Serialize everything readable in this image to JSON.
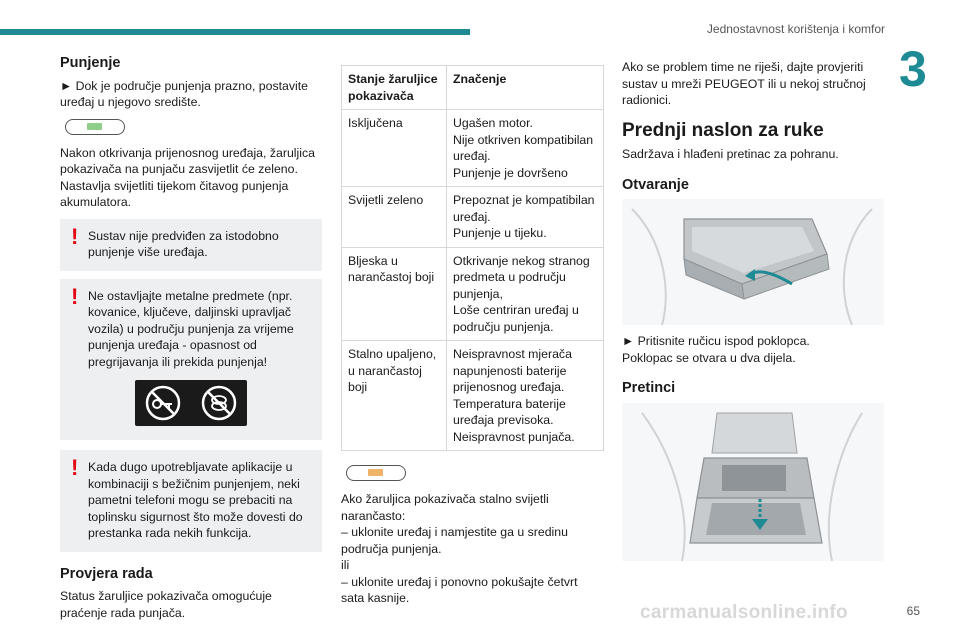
{
  "header": {
    "title": "Jednostavnost korištenja i komfor",
    "chapter": "3",
    "page_number": "65"
  },
  "watermark": "carmanualsonline.info",
  "col1": {
    "punjenje_title": "Punjenje",
    "p1": "► Dok je područje punjenja prazno, postavite uređaj u njegovo središte.",
    "p2": "Nakon otkrivanja prijenosnog uređaja, žaruljica pokazivača na punjaču zasvijetlit će zeleno. Nastavlja svijetliti tijekom čitavog punjenja akumulatora.",
    "warn1": "Sustav nije predviđen za istodobno punjenje više uređaja.",
    "warn2": "Ne ostavljajte metalne predmete (npr. kovanice, ključeve, daljinski upravljač vozila) u području punjenja za vrijeme punjenja uređaja - opasnost od pregrijavanja ili prekida punjenja!",
    "warn3": "Kada dugo upotrebljavate aplikacije u kombinaciji s bežičnim punjenjem, neki pametni telefoni mogu se prebaciti na toplinsku sigurnost što može dovesti do prestanka rada nekih funkcija.",
    "provjera_title": "Provjera rada",
    "provjera_text": "Status žaruljice pokazivača omogućuje praćenje rada punjača."
  },
  "table": {
    "col_state": "Stanje žaruljice pokazivača",
    "col_meaning": "Značenje",
    "rows": [
      {
        "state": "Isključena",
        "meaning": [
          "Ugašen motor.",
          "Nije otkriven kompatibilan uređaj.",
          "Punjenje je dovršeno"
        ]
      },
      {
        "state": "Svijetli zeleno",
        "meaning": [
          "Prepoznat je kompatibilan uređaj.",
          "Punjenje u tijeku."
        ]
      },
      {
        "state": "Bljeska u narančastoj boji",
        "meaning": [
          "Otkrivanje nekog stranog predmeta u području punjenja,",
          "Loše centriran uređaj u području punjenja."
        ]
      },
      {
        "state": "Stalno upaljeno, u narančastoj boji",
        "meaning": [
          "Neispravnost mjerača napunjenosti baterije prijenosnog uređaja.",
          "Temperatura baterije uređaja previsoka.",
          "Neispravnost punjača."
        ]
      }
    ]
  },
  "col2": {
    "orange_text": "Ako žaruljica pokazivača stalno svijetli narančasto:",
    "option1": "– uklonite uređaj i namjestite ga u sredinu područja punjenja.",
    "or": "ili",
    "option2": "– uklonite uređaj i ponovno pokušajte četvrt sata kasnije."
  },
  "col3": {
    "intro": "Ako se problem time ne riješi, dajte provjeriti sustav u mreži PEUGEOT ili u nekoj stručnoj radionici.",
    "armrest_title": "Prednji naslon za ruke",
    "armrest_text": "Sadržava i hlađeni pretinac za pohranu.",
    "otvaranje_title": "Otvaranje",
    "otvaranje_step": "► Pritisnite ručicu ispod poklopca.",
    "otvaranje_result": "Poklopac se otvara u dva dijela.",
    "pretinci_title": "Pretinci"
  },
  "colors": {
    "accent": "#1d8a94",
    "warning": "#e30613",
    "led_green": "#8fce8a",
    "led_orange": "#f0b36a"
  },
  "icons": [
    "led-green-icon",
    "led-orange-icon",
    "warning-icon",
    "no-coins-icon",
    "no-keys-icon",
    "arrow-icon"
  ]
}
